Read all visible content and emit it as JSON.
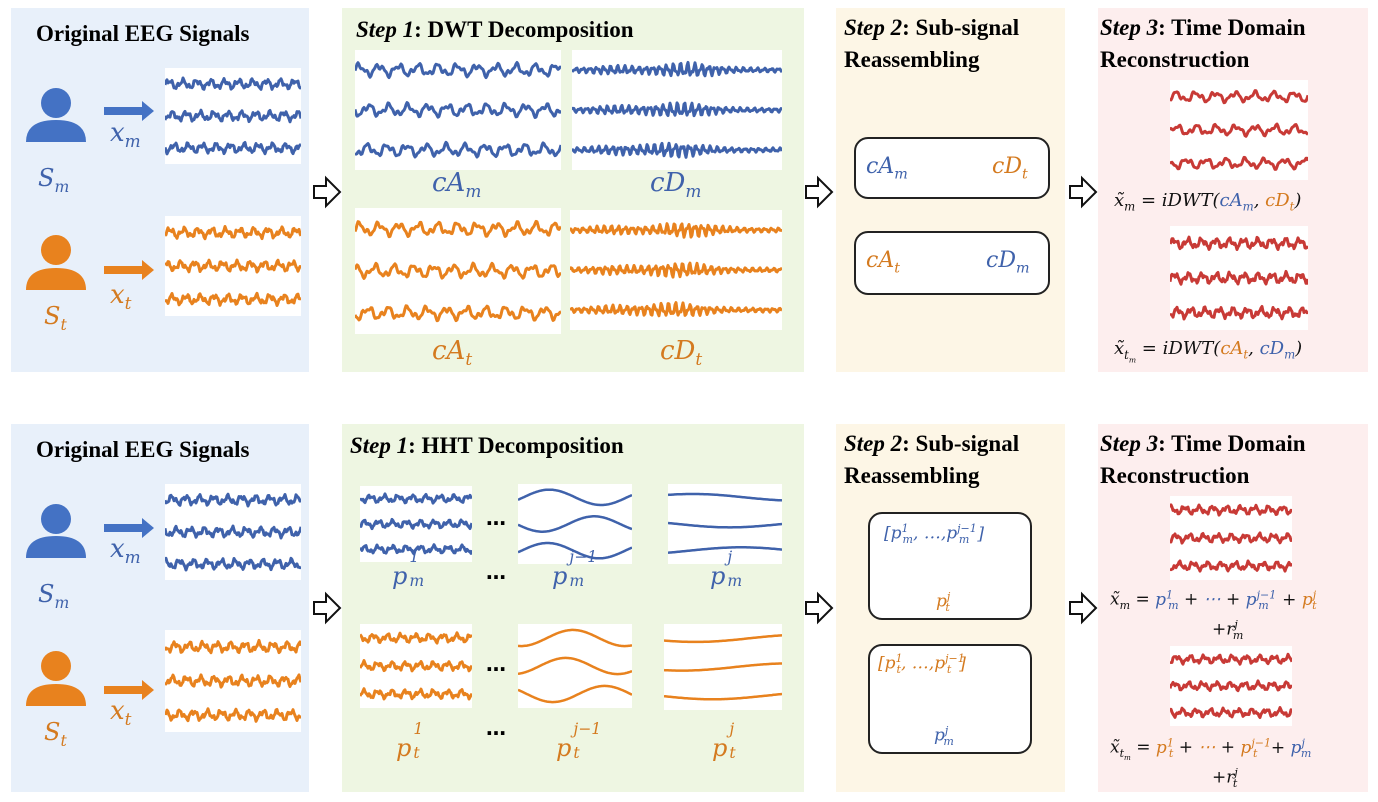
{
  "colors": {
    "blue": "#3f62ab",
    "orange": "#e8821e",
    "red": "#c83a36"
  },
  "row1": {
    "orig_title": "Original EEG Signals",
    "step1_title": {
      "step": "Step 1",
      "rest": ": DWT Decomposition"
    },
    "step2_title": {
      "step": "Step 2",
      "rest": ": Sub-signal",
      "line2": "Reassembling"
    },
    "step3_title": {
      "step": "Step 3",
      "rest": ": Time Domain",
      "line2": "Reconstruction"
    },
    "labels": {
      "sm": "S",
      "sm_sub": "m",
      "st": "S",
      "st_sub": "t",
      "xm": "x",
      "xm_sub": "m",
      "xt": "x",
      "xt_sub": "t",
      "cAm": "cA",
      "cAm_sub": "m",
      "cDm": "cD",
      "cDm_sub": "m",
      "cAt": "cA",
      "cAt_sub": "t",
      "cDt": "cD",
      "cDt_sub": "t"
    },
    "eq1": {
      "lhs": "x̃",
      "lhs_sub": "m",
      "mid": " = iDWT(",
      "a": "cA",
      "a_sub": "m",
      "comma": ", ",
      "b": "cD",
      "b_sub": "t",
      "end": ")"
    },
    "eq2": {
      "lhs": "x̃",
      "lhs_sub": "t",
      "lhs_subsub": "m",
      "mid": " = iDWT(",
      "a": "cA",
      "a_sub": "t",
      "comma": ", ",
      "b": "cD",
      "b_sub": "m",
      "end": ")"
    }
  },
  "row2": {
    "orig_title": "Original EEG Signals",
    "step1_title": {
      "step": "Step 1",
      "rest": ": HHT Decomposition"
    },
    "step2_title": {
      "step": "Step 2",
      "rest": ": Sub-signal",
      "line2": "Reassembling"
    },
    "step3_title": {
      "step": "Step 3",
      "rest": ": Time Domain",
      "line2": "Reconstruction"
    },
    "dots": "…",
    "p_labels": {
      "p": "p",
      "one": "1",
      "jm1": "j−1",
      "j": "j",
      "m": "m",
      "t": "t"
    },
    "box1": {
      "open": "[p",
      "sup1": "1",
      "sub1": "m",
      "mid": ", …,p",
      "sup2": "j−1",
      "sub2": "m",
      "close": "]",
      "bottom": "p",
      "bsup": "j",
      "bsub": "t"
    },
    "box2": {
      "open": "[p",
      "sup1": "1",
      "sub1": "t",
      "mid": ", …,p",
      "sup2": "j−1",
      "sub2": "t",
      "close": "]",
      "bottom": "p",
      "bsup": "j",
      "bsub": "m"
    },
    "eq1": {
      "lhs": "x̃",
      "lhs_sub": "m",
      "eq": " = ",
      "t1": "p",
      "t1sup": "1",
      "t1sub": "m",
      "plus": " + ",
      "dots": "⋯",
      "t2": "p",
      "t2sup": "j−1",
      "t2sub": "m",
      "t3": "p",
      "t3sup": "j",
      "t3sub": "t",
      "r": "+r",
      "rsup": "j",
      "rsub": "m"
    },
    "eq2": {
      "lhs": "x̃",
      "lhs_sub": "t",
      "lhs_subsub": "m",
      "eq": " = ",
      "t1": "p",
      "t1sup": "1",
      "t1sub": "t",
      "plus": " + ",
      "dots": "⋯",
      "t2": "p",
      "t2sup": "j−1",
      "t2sub": "t",
      "t3": "p",
      "t3sup": "j",
      "t3sub": "m",
      "r": "+r",
      "rsup": "j",
      "rsub": "t"
    }
  }
}
